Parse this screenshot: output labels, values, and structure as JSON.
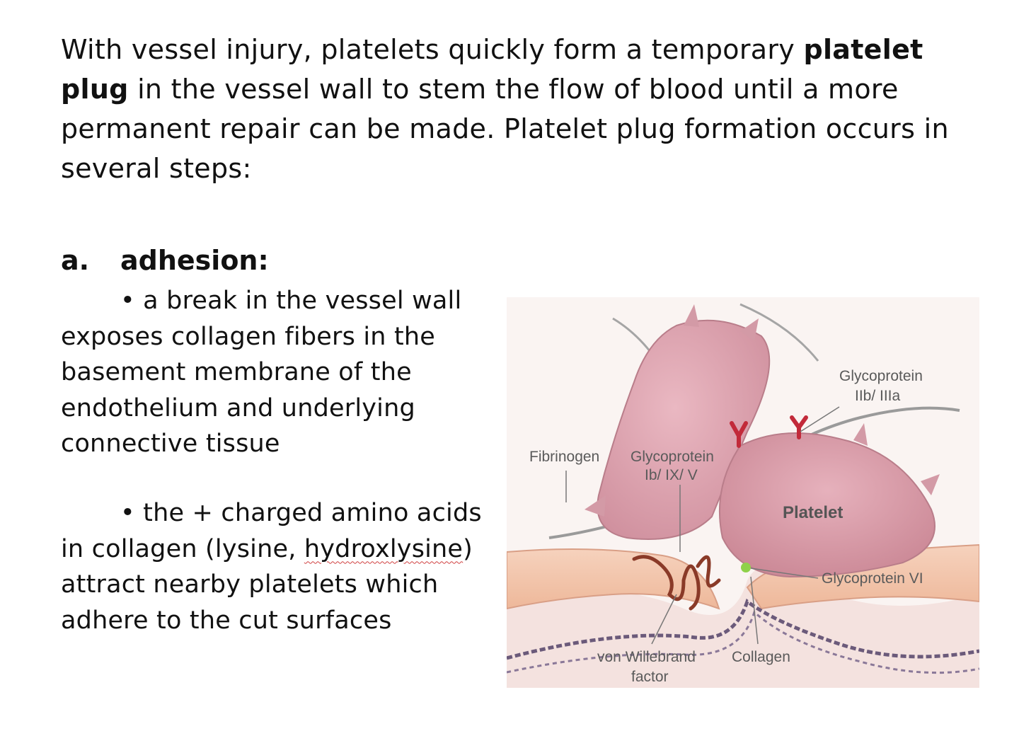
{
  "intro": {
    "before_bold": "With vessel injury, platelets quickly form a temporary ",
    "bold": "platelet plug",
    "after_bold": " in the vessel wall to stem the flow of blood until a more permanent repair can be made. Platelet plug formation occurs in several steps:"
  },
  "section": {
    "letter": "a.",
    "title": "adhesion:"
  },
  "bullets": [
    {
      "marker": "•",
      "text": " a break in the vessel wall exposes collagen fibers in the basement membrane of the endothelium and underlying connective tissue"
    },
    {
      "marker": "•",
      "text_before": " the + charged amino acids in collagen (lysine, ",
      "squiggle": "hydroxlysine",
      "text_after": ") attract nearby platelets which adhere to the cut surfaces"
    }
  ],
  "figure": {
    "labels": {
      "gp_iib_line1": "Glycoprotein",
      "gp_iib_line2": "IIb/ IIIa",
      "fibrinogen": "Fibrinogen",
      "gp_ib_line1": "Glycoprotein",
      "gp_ib_line2": "Ib/ IX/ V",
      "platelet": "Platelet",
      "gp_vi": "Glycoprotein VI",
      "vwf_line1": "von Willebrand",
      "vwf_line2": "factor",
      "collagen": "Collagen"
    },
    "colors": {
      "platelet": "#d9a2ad",
      "platelet_edge": "#b97d8a",
      "vessel_wall": "#f1c0a3",
      "tissue": "#f6e6e3",
      "receptor_red": "#c22a3a",
      "vwf_brown": "#8a3a28",
      "gp_vi_green": "#8fd14a"
    }
  }
}
